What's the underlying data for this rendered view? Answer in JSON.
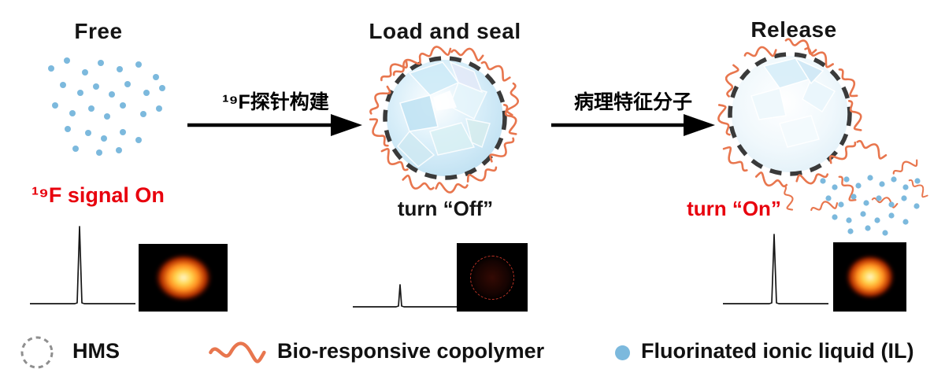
{
  "sections": {
    "free": {
      "title": "Free"
    },
    "load": {
      "title": "Load and seal"
    },
    "release": {
      "title": "Release"
    }
  },
  "labels": {
    "signal_on": "¹⁹F signal On",
    "turn_off": "turn “Off”",
    "turn_on": "turn “On”"
  },
  "arrows": {
    "step1": "¹⁹F探针构建",
    "step2": "病理特征分子"
  },
  "legend": {
    "hms": "HMS",
    "copolymer": "Bio-responsive copolymer",
    "ionic_liquid": "Fluorinated ionic liquid (IL)"
  },
  "icons": {
    "hms_icon": "dashed-circle",
    "copolymer_icon": "orange-squiggle",
    "ionic_liquid_icon": "blue-dot"
  },
  "colors": {
    "dot_blue": "#7cb9dd",
    "polymer_orange": "#e8764e",
    "signal_red": "#e8000d",
    "dashed_gray": "#3a3a3a",
    "legend_gray": "#8f8f8f"
  }
}
